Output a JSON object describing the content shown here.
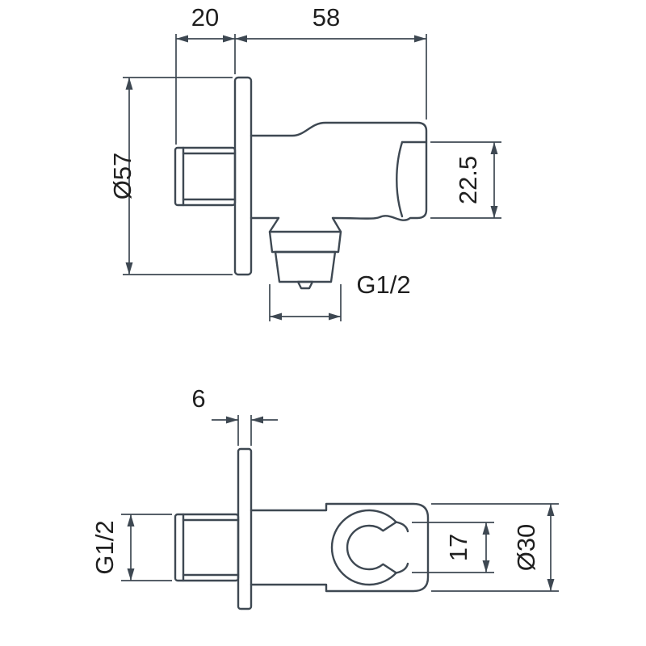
{
  "colors": {
    "line": "#3e4852",
    "text": "#1f1f1f",
    "background": "#ffffff"
  },
  "views": {
    "front": {
      "dims": {
        "thread_length": "20",
        "body_depth": "58",
        "flange_diameter": "Ø57",
        "outlet_height": "22.5",
        "outlet_thread": "G1/2"
      }
    },
    "plan": {
      "dims": {
        "flange_thickness": "6",
        "inlet_thread": "G1/2",
        "cradle_opening": "17",
        "cradle_diameter": "Ø30"
      }
    }
  }
}
